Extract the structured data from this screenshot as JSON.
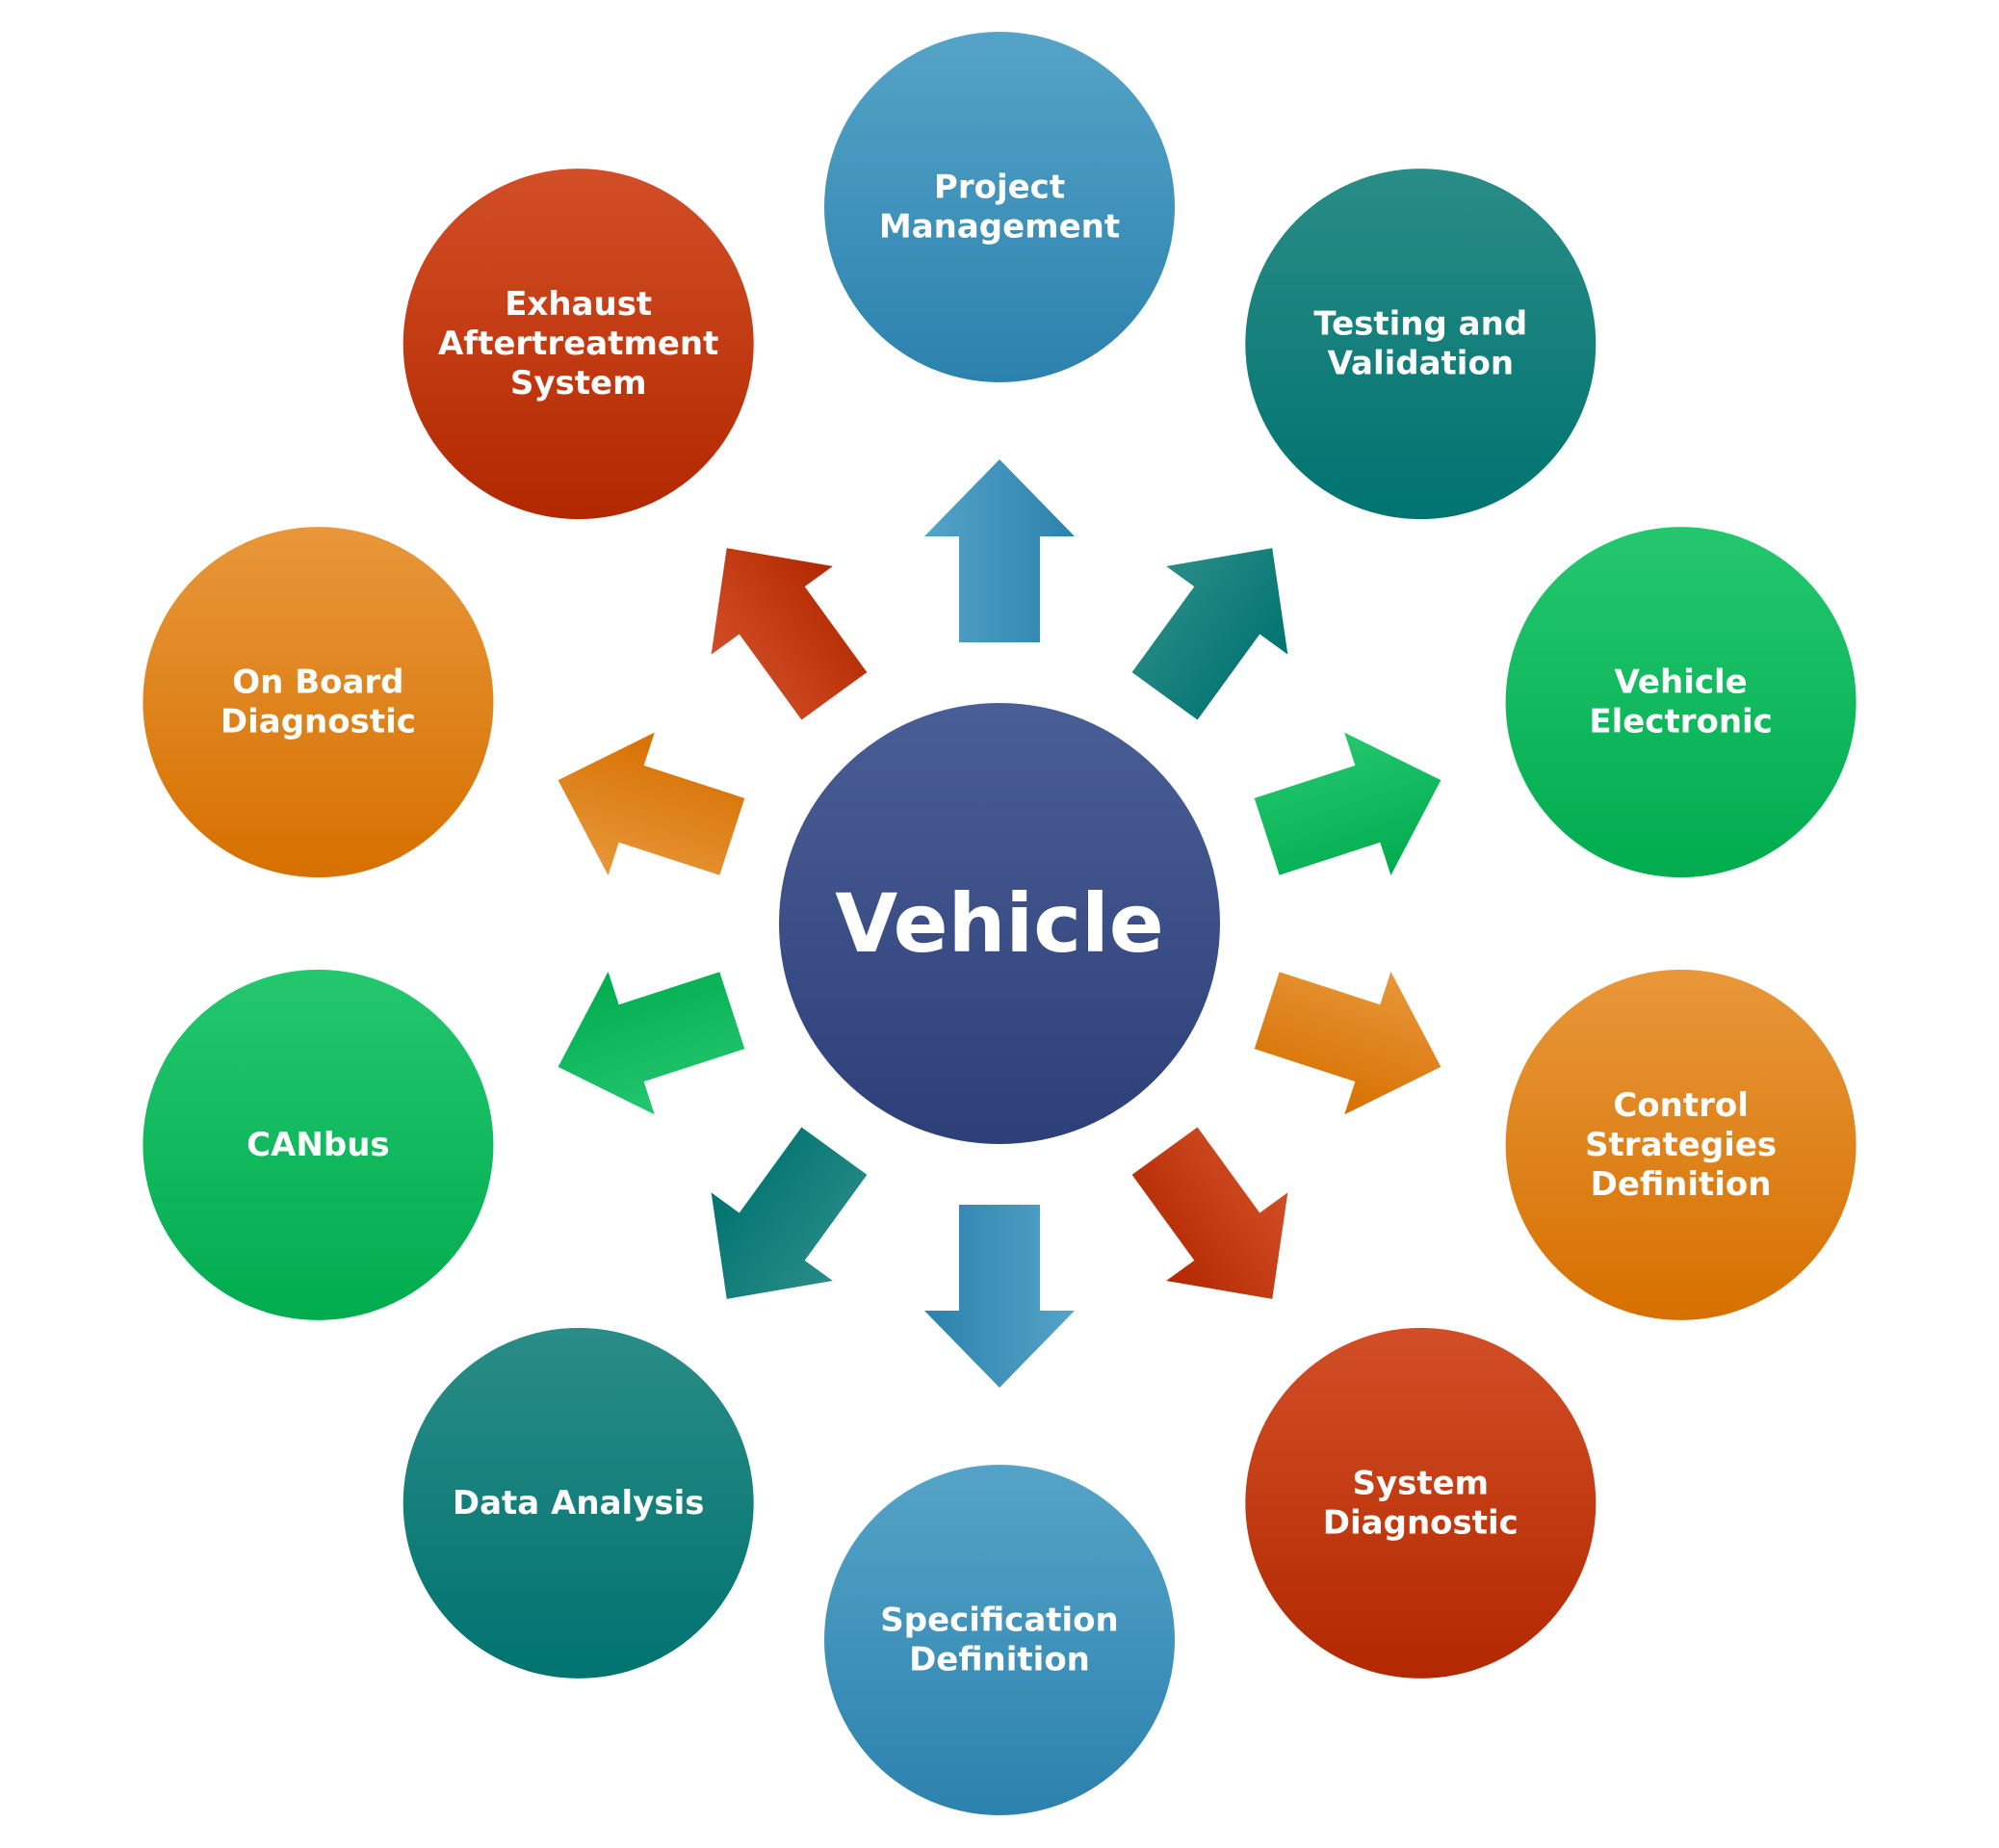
{
  "center": {
    "label": "Vehicle",
    "color": "blue-navy"
  },
  "nodes": [
    {
      "lines": [
        "Project",
        "Management"
      ],
      "color": "blue"
    },
    {
      "lines": [
        "Testing and",
        "Validation"
      ],
      "color": "teal"
    },
    {
      "lines": [
        "Vehicle",
        "Electronic"
      ],
      "color": "green"
    },
    {
      "lines": [
        "Control",
        "Strategies",
        "Definition"
      ],
      "color": "orange"
    },
    {
      "lines": [
        "System",
        "Diagnostic"
      ],
      "color": "red"
    },
    {
      "lines": [
        "Specification",
        "Definition"
      ],
      "color": "blue"
    },
    {
      "lines": [
        "Data Analysis"
      ],
      "color": "teal"
    },
    {
      "lines": [
        "CANbus"
      ],
      "color": "green"
    },
    {
      "lines": [
        "On Board",
        "Diagnostic"
      ],
      "color": "orange"
    },
    {
      "lines": [
        "Exhaust",
        "Aftertreatment",
        "System"
      ],
      "color": "red"
    }
  ],
  "palette": {
    "blue": {
      "top": "#55a3c8",
      "bottom": "#2b82ad"
    },
    "teal": {
      "top": "#2a8c86",
      "bottom": "#007370"
    },
    "green": {
      "top": "#24c76e",
      "bottom": "#00ac4e"
    },
    "orange": {
      "top": "#e8973a",
      "bottom": "#d67000"
    },
    "red": {
      "top": "#d24e26",
      "bottom": "#b22800"
    },
    "blue-navy": {
      "top": "#4a5e96",
      "bottom": "#2d3f78"
    }
  }
}
